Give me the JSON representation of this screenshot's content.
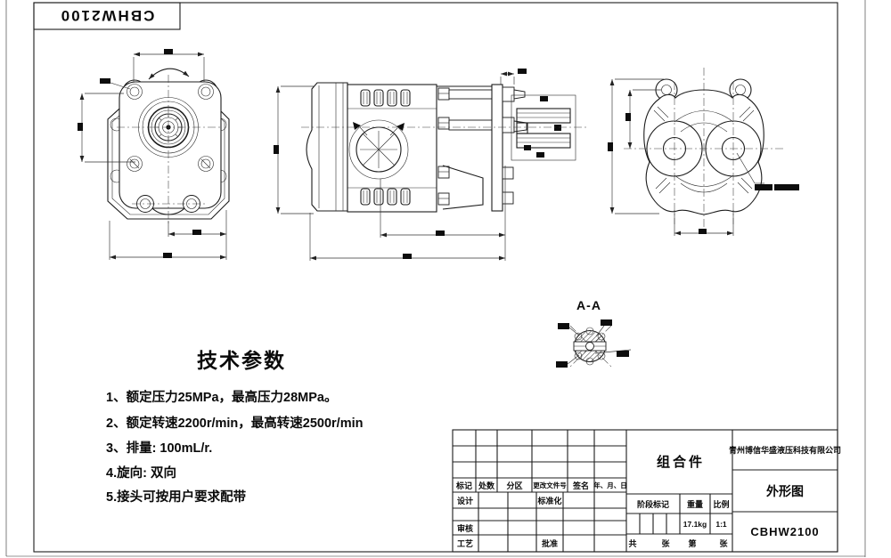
{
  "sheet": {
    "top_box_model": "CBHW2100",
    "line_color": "#1c1c1c"
  },
  "tech_params": {
    "title": "技术参数",
    "items": [
      "1、额定压力25MPa，最高压力28MPa。",
      "2、额定转速2200r/min，最高转速2500r/min",
      "3、排量: 100mL/r.",
      "4.旋向: 双向",
      "5.接头可按用户要求配带"
    ]
  },
  "section_view": {
    "label": "A-A"
  },
  "title_block": {
    "revision_headers": [
      "标记",
      "处数",
      "分区",
      "更改文件号",
      "签名",
      "年、月、日"
    ],
    "roles": {
      "design": "设计",
      "standardization": "标准化",
      "check": "审核",
      "process": "工艺",
      "approve": "批准"
    },
    "assembly_label": "组合件",
    "company": "青州博信华盛液压科技有限公司",
    "drawing_title": "外形图",
    "model": "CBHW2100",
    "stage_mark_label": "阶段标记",
    "weight_label": "重量",
    "scale_label": "比例",
    "weight_value": "17.1kg",
    "scale_value": "1:1",
    "footer": {
      "total_label": "共",
      "sheet1": "张",
      "page_label": "第",
      "sheet2": "张"
    }
  }
}
